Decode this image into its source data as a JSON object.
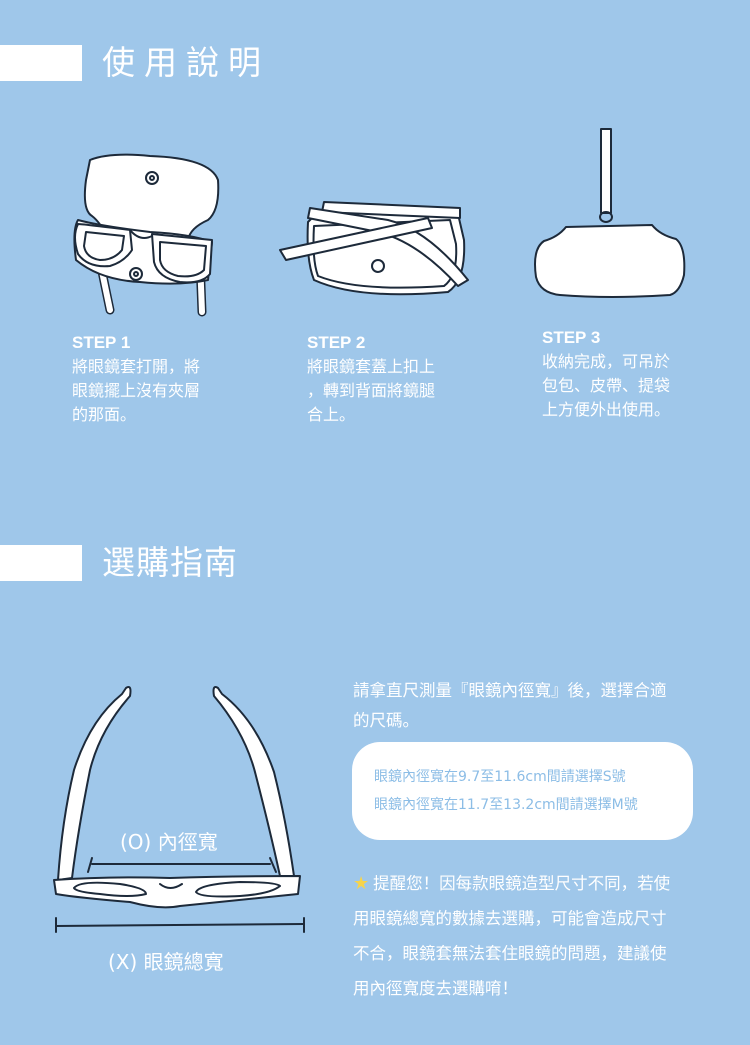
{
  "usage_section": {
    "title": "使用說明",
    "steps": [
      {
        "label": "STEP 1",
        "lines": [
          "將眼鏡套打開，將",
          "眼鏡擺上沒有夾層",
          "的那面。"
        ]
      },
      {
        "label": "STEP 2",
        "lines": [
          "將眼鏡套蓋上扣上",
          "，轉到背面將鏡腿",
          "合上。"
        ]
      },
      {
        "label": "STEP 3",
        "lines": [
          "收納完成，可吊於",
          "包包、皮帶、提袋",
          "上方便外出使用。"
        ]
      }
    ]
  },
  "guide_section": {
    "title": "選購指南",
    "intro_lines": [
      "請拿直尺測量『眼鏡內徑寬』後，選擇合適",
      "的尺碼。"
    ],
    "size_table": [
      "眼鏡內徑寬在9.7至11.6cm間請選擇S號",
      "眼鏡內徑寬在11.7至13.2cm間請選擇M號"
    ],
    "diagram": {
      "inner_width_label": "(O) 內徑寬",
      "total_width_label": "(X) 眼鏡總寬"
    },
    "reminder": {
      "icon": "star-icon",
      "lines": [
        "提醒您！因每款眼鏡造型尺寸不同，若使",
        "用眼鏡總寬的數據去選購，可能會造成尺寸",
        "不合，眼鏡套無法套住眼鏡的問題，建議使",
        "用內徑寬度去選購唷！"
      ]
    }
  },
  "colors": {
    "background": "#9fc7ea",
    "text": "#ffffff",
    "size_text": "#8cbde6",
    "star": "#f6d44c",
    "outline": "#1d2a3a"
  }
}
